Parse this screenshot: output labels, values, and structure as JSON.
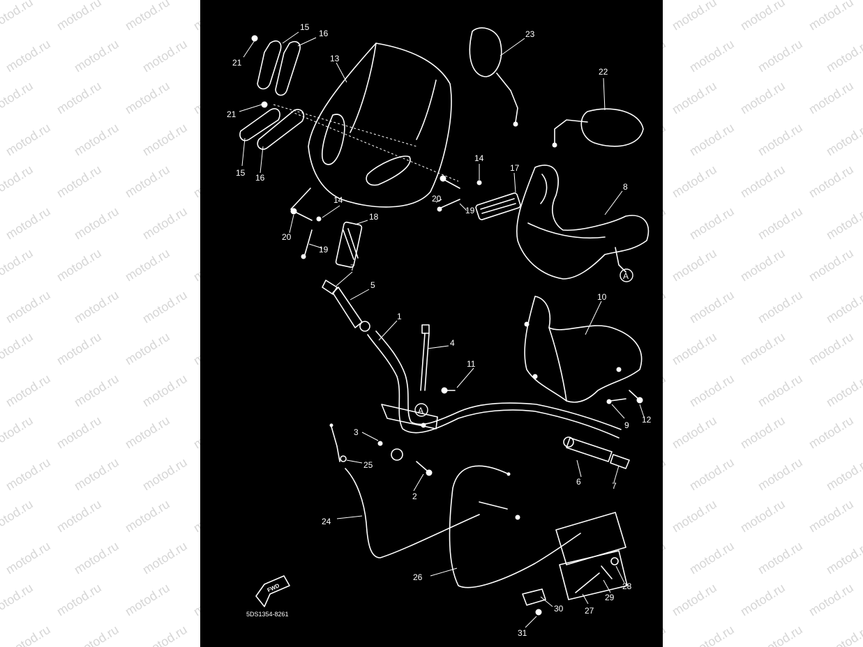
{
  "watermark": "motod.ru",
  "diagram": {
    "drawing_code": "5DS1354-8261",
    "fwd_label": "FWD",
    "reference_marker": "A",
    "callouts": [
      {
        "id": "c15a",
        "label": "15"
      },
      {
        "id": "c16a",
        "label": "16"
      },
      {
        "id": "c21a",
        "label": "21"
      },
      {
        "id": "c13",
        "label": "13"
      },
      {
        "id": "c21b",
        "label": "21"
      },
      {
        "id": "c15b",
        "label": "15"
      },
      {
        "id": "c16b",
        "label": "16"
      },
      {
        "id": "c23",
        "label": "23"
      },
      {
        "id": "c22",
        "label": "22"
      },
      {
        "id": "c14a",
        "label": "14"
      },
      {
        "id": "c17",
        "label": "17"
      },
      {
        "id": "c8",
        "label": "8"
      },
      {
        "id": "c20a",
        "label": "20"
      },
      {
        "id": "c19a",
        "label": "19"
      },
      {
        "id": "c14b",
        "label": "14"
      },
      {
        "id": "c18",
        "label": "18"
      },
      {
        "id": "c20b",
        "label": "20"
      },
      {
        "id": "c19b",
        "label": "19"
      },
      {
        "id": "c7a",
        "label": "7"
      },
      {
        "id": "c5",
        "label": "5"
      },
      {
        "id": "c1",
        "label": "1"
      },
      {
        "id": "c4",
        "label": "4"
      },
      {
        "id": "c10",
        "label": "10"
      },
      {
        "id": "c11",
        "label": "11"
      },
      {
        "id": "c9",
        "label": "9"
      },
      {
        "id": "c12",
        "label": "12"
      },
      {
        "id": "c3",
        "label": "3"
      },
      {
        "id": "c25",
        "label": "25"
      },
      {
        "id": "c2",
        "label": "2"
      },
      {
        "id": "c6",
        "label": "6"
      },
      {
        "id": "c7b",
        "label": "7"
      },
      {
        "id": "c24",
        "label": "24"
      },
      {
        "id": "c26",
        "label": "26"
      },
      {
        "id": "c28",
        "label": "28"
      },
      {
        "id": "c29",
        "label": "29"
      },
      {
        "id": "c30",
        "label": "30"
      },
      {
        "id": "c27",
        "label": "27"
      },
      {
        "id": "c31",
        "label": "31"
      }
    ]
  }
}
